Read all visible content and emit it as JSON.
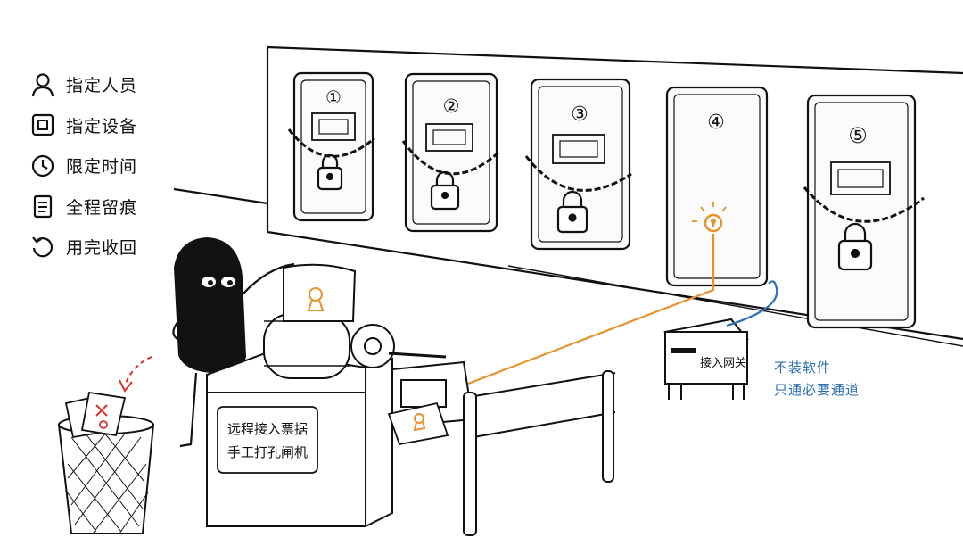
{
  "legend": {
    "items": [
      {
        "icon": "person-icon",
        "label": "指定人员"
      },
      {
        "icon": "device-icon",
        "label": "指定设备"
      },
      {
        "icon": "clock-icon",
        "label": "限定时间"
      },
      {
        "icon": "document-icon",
        "label": "全程留痕"
      },
      {
        "icon": "revoke-arrow-icon",
        "label": "用完收回"
      }
    ]
  },
  "doors": [
    {
      "number": "①",
      "locked": true
    },
    {
      "number": "②",
      "locked": true
    },
    {
      "number": "③",
      "locked": true
    },
    {
      "number": "④",
      "locked": false
    },
    {
      "number": "⑤",
      "locked": true
    }
  ],
  "machine": {
    "label_line1": "远程接入票据",
    "label_line2": "手工打孔闸机"
  },
  "gateway": {
    "label": "接入网关",
    "note_line1": "不装软件",
    "note_line2": "只通必要通道"
  },
  "colors": {
    "ink": "#111111",
    "ticket_line": "#e8912a",
    "gateway_line": "#2a6fb5",
    "discard_arrow": "#d8322b"
  }
}
